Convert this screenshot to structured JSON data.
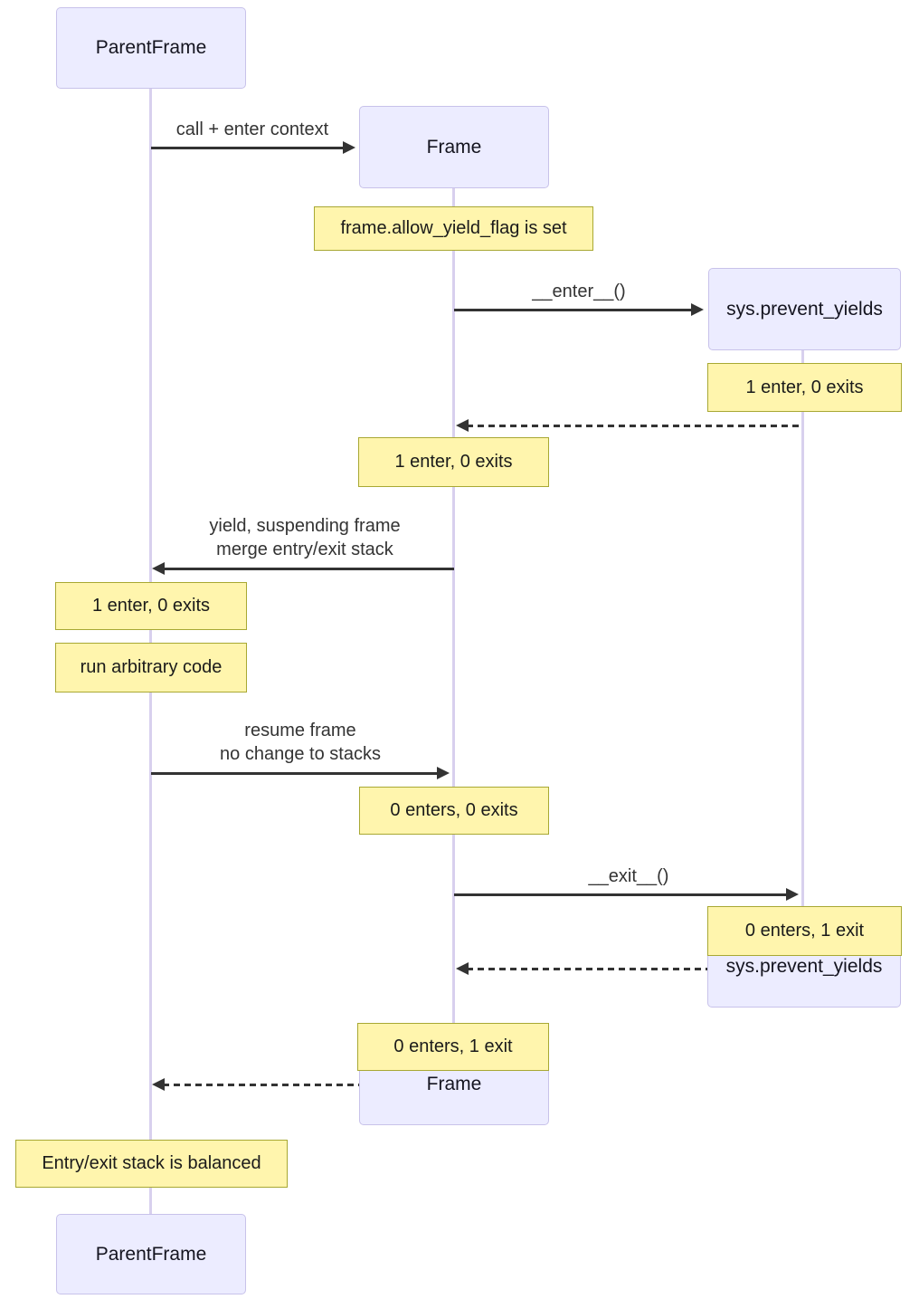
{
  "diagram_type": "sequence-diagram",
  "actors": {
    "parent": "ParentFrame",
    "frame": "Frame",
    "sys": "sys.prevent_yields"
  },
  "messages": {
    "call": "call + enter context",
    "enter": "__enter__()",
    "yield1": "yield, suspending frame",
    "yield2": "merge entry/exit stack",
    "resume1": "resume frame",
    "resume2": "no change to stacks",
    "exit": "__exit__()"
  },
  "notes": {
    "allow_flag": "frame.allow_yield_flag is set",
    "sys_after_enter": "1 enter, 0 exits",
    "frame_after_enter": "1 enter, 0 exits",
    "parent_after_yield": "1 enter, 0 exits",
    "run_code": "run arbitrary code",
    "frame_after_resume": "0 enters, 0 exits",
    "sys_after_exit": "0 enters, 1 exit",
    "frame_after_exit": "0 enters, 1 exit",
    "balanced": "Entry/exit stack is balanced"
  },
  "colors": {
    "actor_fill": "#ECECFF",
    "actor_border": "#c8c2ea",
    "lifeline": "#d8d0ee",
    "note_fill": "#fff5ad",
    "note_border": "#a8a833",
    "arrow": "#333333"
  }
}
